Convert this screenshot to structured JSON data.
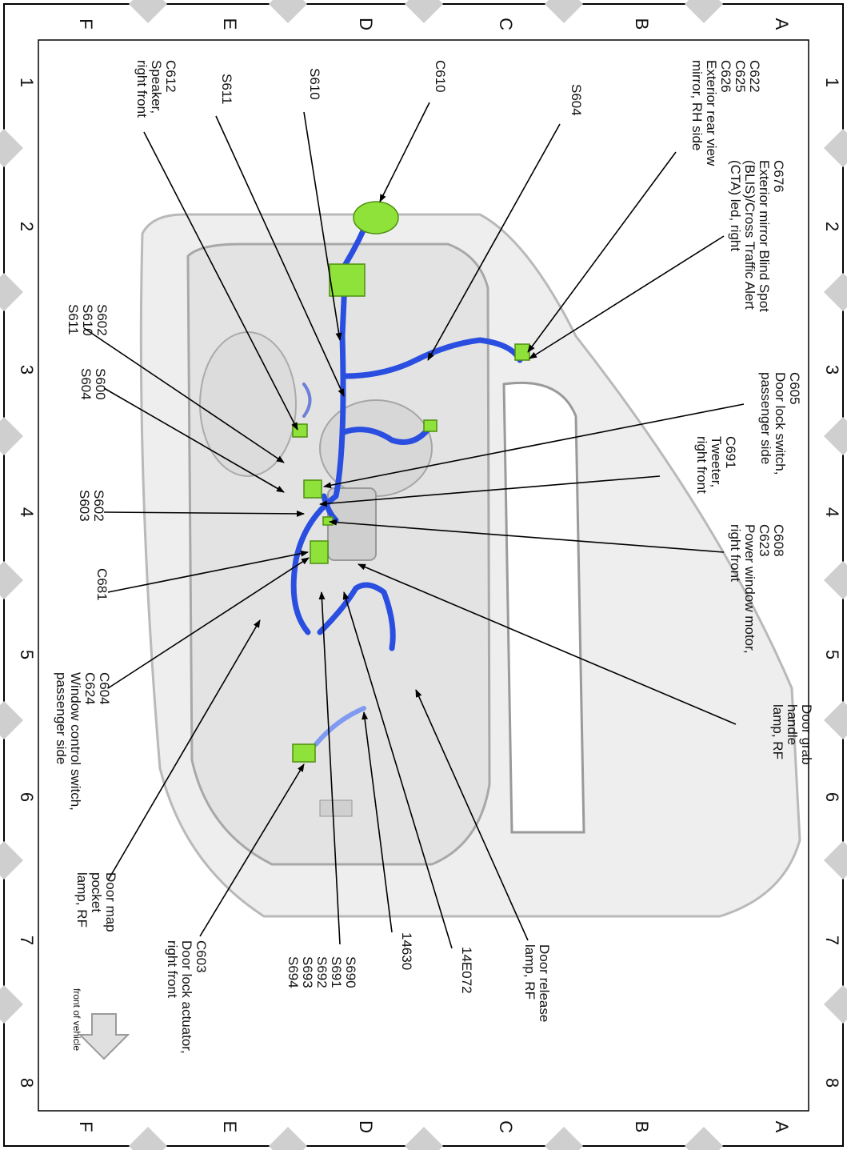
{
  "grid": {
    "letters": [
      "A",
      "B",
      "C",
      "D",
      "E",
      "F"
    ],
    "numbers": [
      "1",
      "2",
      "3",
      "4",
      "5",
      "6",
      "7",
      "8"
    ]
  },
  "orientation_note": "front of vehicle",
  "colors": {
    "harness": "#2a4fe0",
    "connector": "#8fe23a",
    "door_panel": "#eeeeee",
    "door_outline": "#b9b9b9",
    "leader": "#000000"
  },
  "callouts": [
    {
      "id": "c622",
      "lines": [
        "C622",
        "C625",
        "C626",
        "Exterior rear view",
        "mirror, RH side"
      ]
    },
    {
      "id": "c676",
      "lines": [
        "C676",
        "Exterior mirror Blind Spot",
        "(BLIS)/Cross Traffic Alert",
        "(CTA) led, right"
      ]
    },
    {
      "id": "s604-top",
      "lines": [
        "S604"
      ]
    },
    {
      "id": "c610",
      "lines": [
        "C610"
      ]
    },
    {
      "id": "s610",
      "lines": [
        "S610"
      ]
    },
    {
      "id": "s611",
      "lines": [
        "S611"
      ]
    },
    {
      "id": "c612",
      "lines": [
        "C612",
        "Speaker,",
        "right front"
      ]
    },
    {
      "id": "c605",
      "lines": [
        "C605",
        "Door lock switch,",
        "passenger side"
      ]
    },
    {
      "id": "c691",
      "lines": [
        "C691",
        "Tweeter,",
        "right front"
      ]
    },
    {
      "id": "c608",
      "lines": [
        "C608",
        "C623",
        "Power window motor,",
        "right front"
      ]
    },
    {
      "id": "grab",
      "lines": [
        "Door grab",
        "handle",
        "lamp, RF"
      ]
    },
    {
      "id": "s602-group",
      "lines": [
        "S602",
        "S610",
        "S611"
      ]
    },
    {
      "id": "s600-group",
      "lines": [
        "S600",
        "S604"
      ]
    },
    {
      "id": "s602-s603",
      "lines": [
        "S602",
        "S603"
      ]
    },
    {
      "id": "c681",
      "lines": [
        "C681"
      ]
    },
    {
      "id": "c604",
      "lines": [
        "C604",
        "C624",
        "Window control switch,",
        "passenger side"
      ]
    },
    {
      "id": "map",
      "lines": [
        "Door map",
        "pocket",
        "lamp, RF"
      ]
    },
    {
      "id": "c603",
      "lines": [
        "C603",
        "Door lock actuator,",
        "right front"
      ]
    },
    {
      "id": "s690",
      "lines": [
        "S690",
        "S691",
        "S692",
        "S693",
        "S694"
      ]
    },
    {
      "id": "14630",
      "lines": [
        "14630"
      ]
    },
    {
      "id": "14e072",
      "lines": [
        "14E072"
      ]
    },
    {
      "id": "release",
      "lines": [
        "Door release",
        "lamp, RF"
      ]
    }
  ]
}
